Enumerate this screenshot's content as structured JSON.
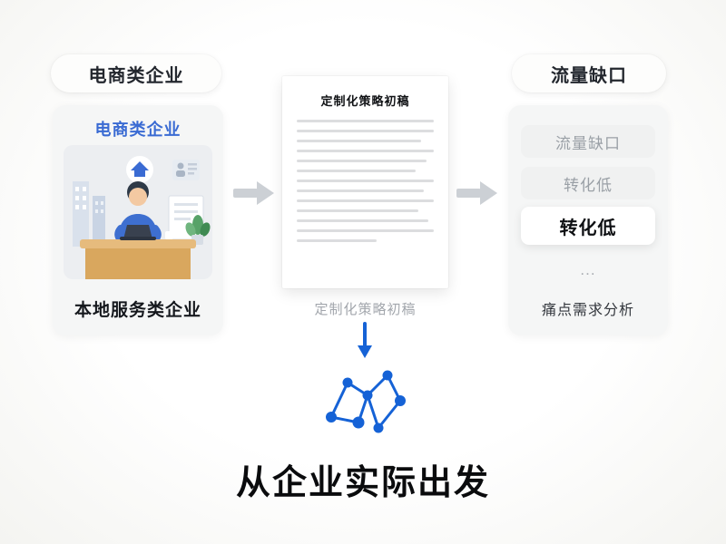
{
  "left": {
    "pill_label": "电商类企业",
    "card_title": "电商类企业",
    "bottom_label": "本地服务类企业"
  },
  "center": {
    "doc_title": "定制化策略初稿",
    "caption": "定制化策略初稿"
  },
  "right": {
    "pill_label": "流量缺口",
    "items": [
      {
        "label": "流量缺口",
        "emphasis": false
      },
      {
        "label": "转化低",
        "emphasis": false
      },
      {
        "label": "转化低",
        "emphasis": true
      },
      {
        "label": "...",
        "emphasis": false
      }
    ],
    "caption": "痛点需求分析"
  },
  "bottom_title": "从企业实际出发",
  "colors": {
    "accent_blue": "#1562d6",
    "title_blue": "#3a6bd3",
    "arrow_gray": "#ccd0d5"
  },
  "icons": {
    "network": "network-graph-icon",
    "arrow_right": "arrow-right-icon",
    "arrow_down": "arrow-down-icon",
    "house": "house-icon"
  }
}
